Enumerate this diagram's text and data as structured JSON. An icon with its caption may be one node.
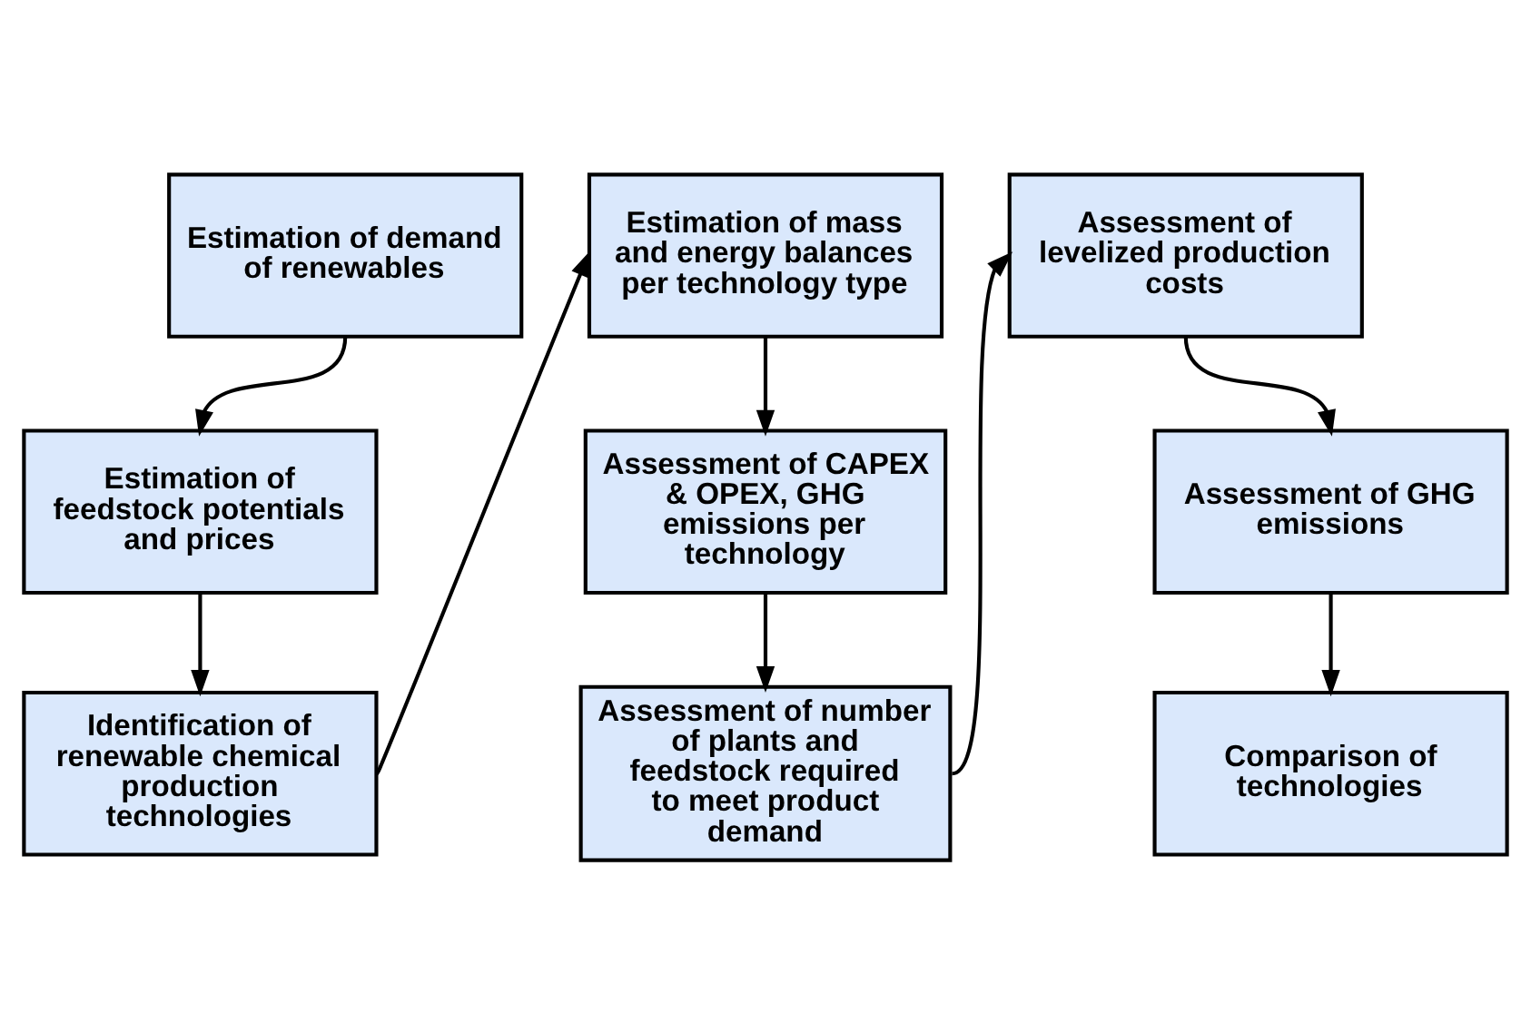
{
  "diagram": {
    "nodes": [
      {
        "text": [
          "Estimation of demand of renewables"
        ]
      },
      {
        "text": [
          "Estimation of feedstock potentials and prices"
        ]
      },
      {
        "text": [
          "Identification of renewable chemical production technologies"
        ]
      },
      {
        "text": [
          "Estimation of mass and energy balances per technology type"
        ]
      },
      {
        "text": [
          "Assessment of CAPEX & OPEX, GHG emissions per technology"
        ]
      },
      {
        "text": [
          "Assessment of number of plants and feedstock required to meet product demand"
        ]
      },
      {
        "text": [
          "Assessment of levelized production costs"
        ]
      },
      {
        "text": [
          "Assessment of GHG emissions"
        ]
      },
      {
        "text": [
          "Comparison of technologies"
        ]
      }
    ],
    "edges": [
      {
        "from": 0,
        "to": 1,
        "arrow": "to"
      },
      {
        "from": 1,
        "to": 2,
        "arrow": "to"
      },
      {
        "from": 2,
        "to": 3,
        "arrow": "to"
      },
      {
        "from": 3,
        "to": 4,
        "arrow": "to"
      },
      {
        "from": 4,
        "to": 5,
        "arrow": "to"
      },
      {
        "from": 5,
        "to": 6,
        "arrow": "to"
      },
      {
        "from": 6,
        "to": 7,
        "arrow": "to"
      },
      {
        "from": 7,
        "to": 8,
        "arrow": "to"
      }
    ]
  }
}
